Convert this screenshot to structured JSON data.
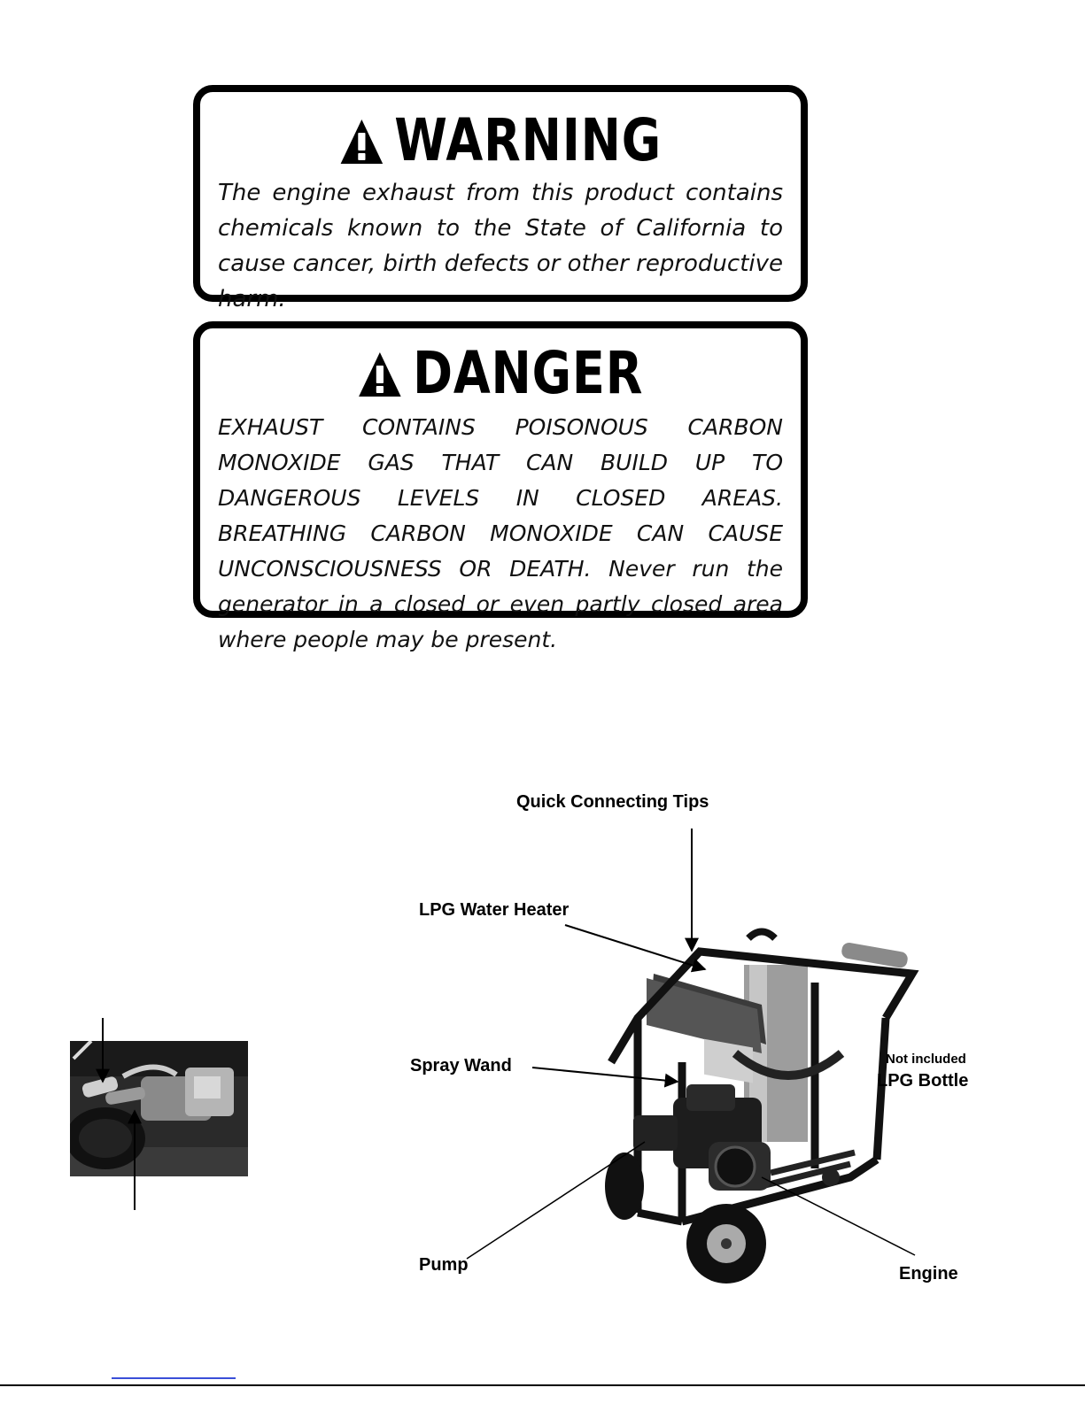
{
  "warning": {
    "heading": "WARNING",
    "text": "The engine exhaust from this product contains chemicals known to the State of California to cause cancer, birth defects or other reproductive harm."
  },
  "danger": {
    "heading": "DANGER",
    "text": "EXHAUST CONTAINS POISONOUS CARBON MONOXIDE GAS THAT CAN BUILD UP TO DANGEROUS LEVELS IN CLOSED AREAS. BREATHING CARBON MONOXIDE CAN CAUSE UNCONSCIOUSNESS OR DEATH. Never run the generator in a closed or even partly closed area where people may be present."
  },
  "diagram": {
    "labels": {
      "quick_connecting_tips": "Quick Connecting Tips",
      "lpg_water_heater": "LPG Water Heater",
      "spray_wand": "Spray Wand",
      "not_included": "Not included",
      "lpg_bottle": "LPG Bottle",
      "pump": "Pump",
      "engine": "Engine"
    }
  },
  "colors": {
    "text": "#000000",
    "footer_link": "#3a4fd8"
  },
  "icons": [
    "warning-triangle-icon"
  ]
}
